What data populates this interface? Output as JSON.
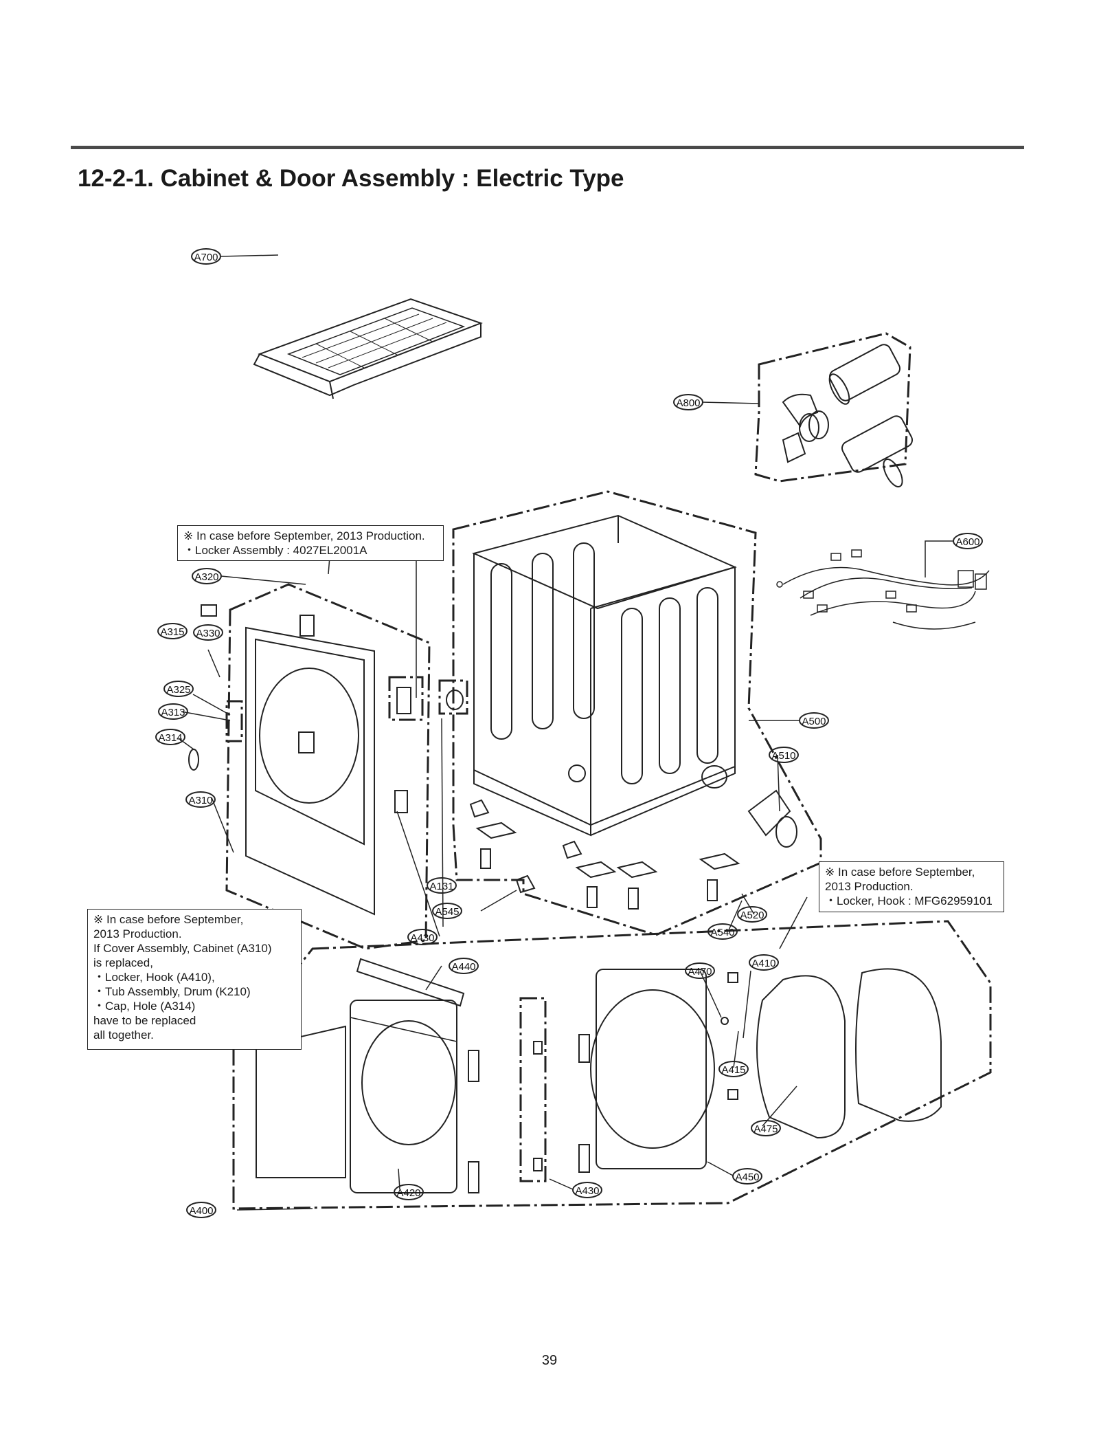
{
  "header": {
    "title": "12-2-1. Cabinet & Door Assembly : Electric Type"
  },
  "notes": {
    "locker_assembly": [
      "※ In case before September, 2013 Production.",
      "・Locker Assembly : 4027EL2001A"
    ],
    "cover_assembly": [
      "※ In case before September,",
      "2013 Production.",
      "If Cover Assembly, Cabinet (A310)",
      "is replaced,",
      "・Locker, Hook (A410),",
      "・Tub Assembly, Drum (K210)",
      "・Cap, Hole (A314)",
      "have to be replaced",
      "all together."
    ],
    "locker_hook": [
      "※ In case before September,",
      "2013 Production.",
      "・Locker, Hook : MFG62959101"
    ]
  },
  "callouts": {
    "A700": "A700",
    "A800": "A800",
    "A600": "A600",
    "A320": "A320",
    "A315": "A315",
    "A330": "A330",
    "A325": "A325",
    "A313": "A313",
    "A314": "A314",
    "A310": "A310",
    "A500": "A500",
    "A510": "A510",
    "A131": "A131",
    "A545": "A545",
    "A430_upper": "A430",
    "A540": "A540",
    "A520": "A520",
    "A440": "A440",
    "A470": "A470",
    "A410": "A410",
    "A415": "A415",
    "A475": "A475",
    "A450": "A450",
    "A430_lower": "A430",
    "A420": "A420",
    "A400": "A400"
  },
  "footer": {
    "page_number": "39"
  }
}
